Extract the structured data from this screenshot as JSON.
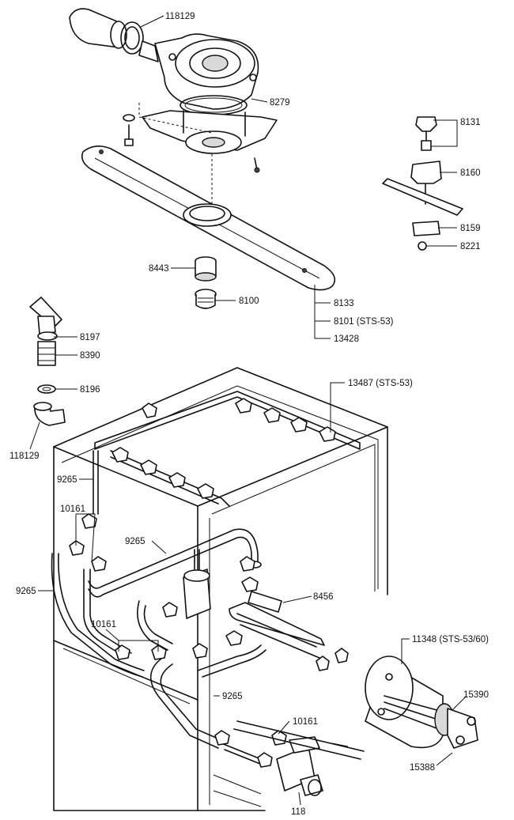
{
  "labels": {
    "p118129_top": "118129",
    "p8279": "8279",
    "p8131": "8131",
    "p8160": "8160",
    "p8159": "8159",
    "p8221": "8221",
    "p8443": "8443",
    "p8100": "8100",
    "p8133": "8133",
    "p8101": "8101 (STS-53)",
    "p13428": "13428",
    "p8197": "8197",
    "p8390": "8390",
    "p8196": "8196",
    "p118129_left": "118129",
    "p13487": "13487 (STS-53)",
    "p9265_a": "9265",
    "p10161_a": "10161",
    "p9265_b": "9265",
    "p9265_c": "9265",
    "p8456": "8456",
    "p10161_b": "10161",
    "p11348": "11348 (STS-53/60)",
    "p9265_d": "9265",
    "p15390": "15390",
    "p10161_c": "10161",
    "p15388": "15388",
    "p118": "118"
  }
}
